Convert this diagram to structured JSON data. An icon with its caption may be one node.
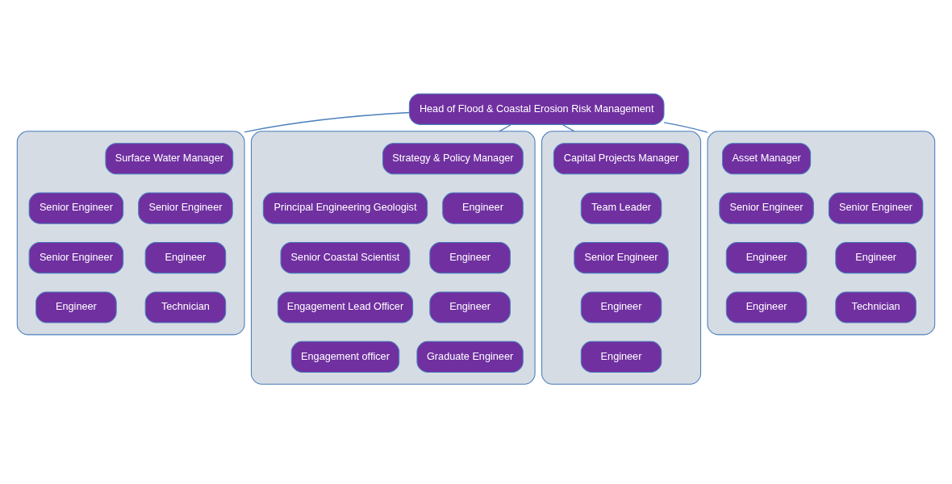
{
  "diagram": {
    "nodes": [
      {
        "text": [
          "Head of Flood & Coastal Erosion Risk Management"
        ]
      },
      {
        "text": [],
        "shape": "box"
      },
      {
        "text": [
          "Surface Water Manager"
        ],
        "in": 1
      },
      {
        "text": [
          "Senior Engineer"
        ],
        "in": 1
      },
      {
        "text": [
          "Senior Engineer"
        ],
        "in": 1
      },
      {
        "text": [
          "Senior Engineer"
        ],
        "in": 1
      },
      {
        "text": [
          "Engineer"
        ],
        "in": 1
      },
      {
        "text": [
          "Engineer"
        ],
        "in": 1
      },
      {
        "text": [
          "Technician"
        ],
        "in": 1
      },
      {
        "text": [],
        "shape": "box"
      },
      {
        "text": [
          "Strategy & Policy Manager"
        ],
        "in": 9
      },
      {
        "text": [
          "Principal Engineering Geologist"
        ],
        "in": 9
      },
      {
        "text": [
          "Engineer"
        ],
        "in": 9
      },
      {
        "text": [
          "Engineer"
        ],
        "in": 9
      },
      {
        "text": [
          "Senior Coastal Scientist"
        ],
        "in": 9
      },
      {
        "text": [
          "Engineer"
        ],
        "in": 9
      },
      {
        "text": [
          "Engagement Lead Officer"
        ],
        "in": 9
      },
      {
        "text": [
          "Graduate Engineer"
        ],
        "in": 9
      },
      {
        "text": [
          "Engagement officer"
        ],
        "in": 9
      },
      {
        "text": [],
        "shape": "box"
      },
      {
        "text": [
          "Capital Projects Manager"
        ],
        "in": 19
      },
      {
        "text": [
          "Team Leader"
        ],
        "in": 19
      },
      {
        "text": [
          "Senior Engineer"
        ],
        "in": 19
      },
      {
        "text": [
          "Engineer"
        ],
        "in": 19
      },
      {
        "text": [
          "Engineer"
        ],
        "in": 19
      },
      {
        "text": [],
        "shape": "box"
      },
      {
        "text": [
          "Asset Manager"
        ],
        "in": 25
      },
      {
        "text": [
          "Senior Engineer"
        ],
        "in": 25
      },
      {
        "text": [
          "Senior Engineer"
        ],
        "in": 25
      },
      {
        "text": [
          "Engineer"
        ],
        "in": 25
      },
      {
        "text": [
          "Engineer"
        ],
        "in": 25
      },
      {
        "text": [
          "Engineer"
        ],
        "in": 25
      },
      {
        "text": [
          "Technician"
        ],
        "in": 25
      }
    ],
    "edges": [
      {
        "from": 0,
        "to": 1,
        "arrow": "none"
      },
      {
        "from": 0,
        "to": 9,
        "arrow": "none"
      },
      {
        "from": 0,
        "to": 19,
        "arrow": "none"
      },
      {
        "from": 0,
        "to": 25,
        "arrow": "none"
      }
    ]
  }
}
